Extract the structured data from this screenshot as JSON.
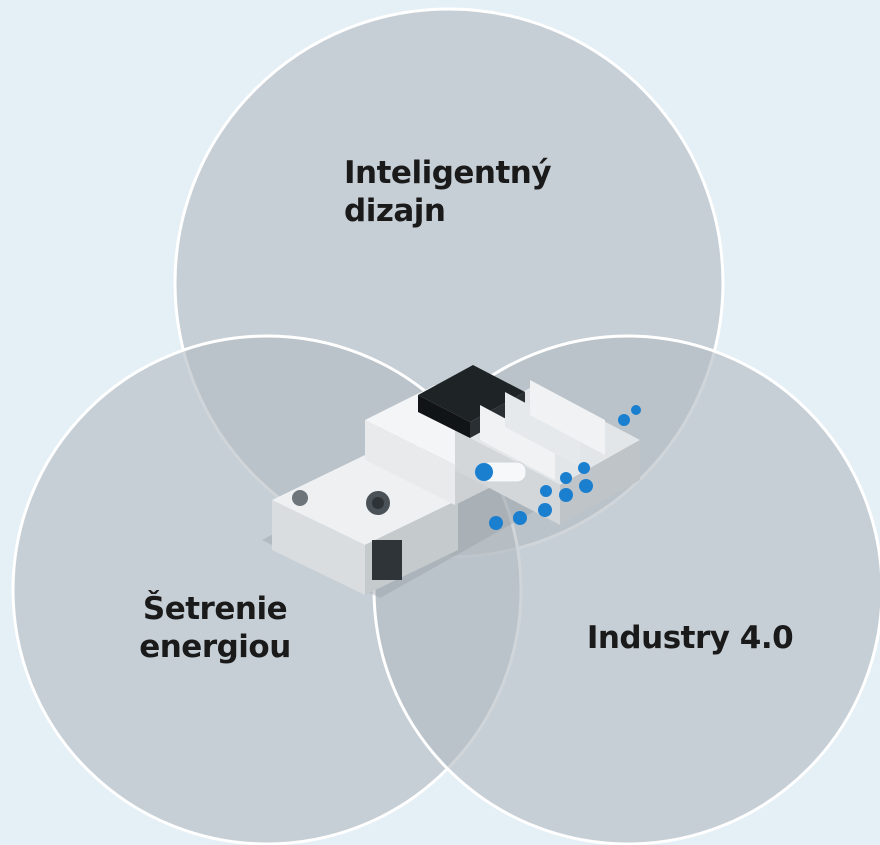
{
  "diagram": {
    "type": "venn",
    "background_color": "#e4eff6",
    "circles": [
      {
        "id": "top",
        "label": "Inteligentný\ndizajn"
      },
      {
        "id": "left",
        "label": "Šetrenie\nenergiou"
      },
      {
        "id": "right",
        "label": "Industry 4.0"
      }
    ],
    "center_image": "pneumatic-valve-terminal",
    "colors": {
      "circle_fill": "#c6cdd2",
      "circle_stroke": "#ffffff",
      "label_text": "#1a1a1a",
      "fitting_blue": "#1b7fd0"
    }
  }
}
